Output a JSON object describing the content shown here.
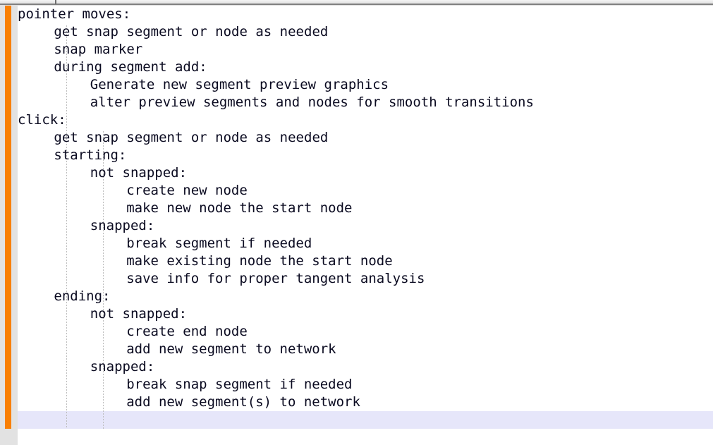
{
  "window": {
    "app": "code-editor",
    "tab_divider_visible": true
  },
  "colors": {
    "change_bar": "#f98004",
    "gutter": "#e2e2e2",
    "current_line_highlight": "#e6e6fa",
    "text": "#0a0a20",
    "background": "#ffffff",
    "indent_guide": "#bdbdbd"
  },
  "editor": {
    "current_line_number": 24,
    "indent_unit_spaces": 4,
    "lines": [
      {
        "n": 1,
        "indent": 0,
        "text": "pointer moves:"
      },
      {
        "n": 2,
        "indent": 1,
        "text": "get snap segment or node as needed"
      },
      {
        "n": 3,
        "indent": 1,
        "text": "snap marker"
      },
      {
        "n": 4,
        "indent": 1,
        "text": "during segment add:"
      },
      {
        "n": 5,
        "indent": 2,
        "text": "Generate new segment preview graphics"
      },
      {
        "n": 6,
        "indent": 2,
        "text": "alter preview segments and nodes for smooth transitions"
      },
      {
        "n": 7,
        "indent": 0,
        "text": "click:"
      },
      {
        "n": 8,
        "indent": 1,
        "text": "get snap segment or node as needed"
      },
      {
        "n": 9,
        "indent": 1,
        "text": "starting:"
      },
      {
        "n": 10,
        "indent": 2,
        "text": "not snapped:"
      },
      {
        "n": 11,
        "indent": 3,
        "text": "create new node"
      },
      {
        "n": 12,
        "indent": 3,
        "text": "make new node the start node"
      },
      {
        "n": 13,
        "indent": 2,
        "text": "snapped:"
      },
      {
        "n": 14,
        "indent": 3,
        "text": "break segment if needed"
      },
      {
        "n": 15,
        "indent": 3,
        "text": "make existing node the start node"
      },
      {
        "n": 16,
        "indent": 3,
        "text": "save info for proper tangent analysis"
      },
      {
        "n": 17,
        "indent": 1,
        "text": "ending:"
      },
      {
        "n": 18,
        "indent": 2,
        "text": "not snapped:"
      },
      {
        "n": 19,
        "indent": 3,
        "text": "create end node"
      },
      {
        "n": 20,
        "indent": 3,
        "text": "add new segment to network"
      },
      {
        "n": 21,
        "indent": 2,
        "text": "snapped:"
      },
      {
        "n": 22,
        "indent": 3,
        "text": "break snap segment if needed"
      },
      {
        "n": 23,
        "indent": 3,
        "text": "add new segment(s) to network"
      },
      {
        "n": 24,
        "indent": 0,
        "text": ""
      }
    ]
  }
}
